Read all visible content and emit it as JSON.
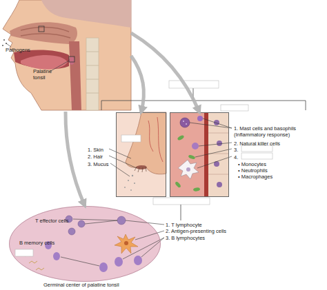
{
  "diagram": {
    "nodes": [
      {
        "text": [
          "Pathogens",
          "Palatine tonsil"
        ]
      },
      {
        "text": [
          "1. Skin",
          "2. Hair",
          "3. Mucus"
        ]
      },
      {
        "text": [
          "1. Mast cells and basophils (Inflammatory response)",
          "2. Natural killer cells",
          "3.",
          "4.",
          "• Monocytes",
          "• Neutrophils",
          "• Macrophages"
        ]
      },
      {
        "text": [
          "T effector cells",
          "B memory cells",
          "Germinal center of palatine tonsil"
        ]
      }
    ],
    "edges": [
      {
        "from": 0,
        "to": 1,
        "arrow": "to"
      },
      {
        "from": 0,
        "to": 2,
        "arrow": "to"
      },
      {
        "from": 0,
        "to": 3,
        "arrow": "to"
      }
    ],
    "labels": [
      "1. T lymphocyte",
      "2. Antigen-presenting cells",
      "3. B lymphocytes"
    ]
  }
}
